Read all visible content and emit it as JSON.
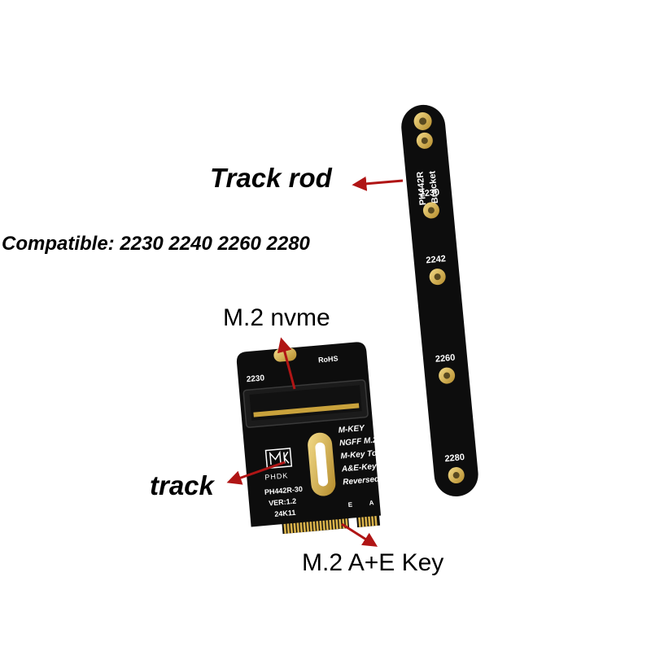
{
  "labels": {
    "track_rod": "Track rod",
    "compatible": "Compatible: 2230 2240 2260 2280",
    "m2_nvme": "M.2 nvme",
    "track": "track",
    "m2_ae_key": "M.2 A+E Key"
  },
  "bracket": {
    "model": "PH442R",
    "name": "Bracket",
    "positions": [
      "2230",
      "2242",
      "2260",
      "2280"
    ]
  },
  "board": {
    "size_label": "2230",
    "rohs": "RoHS",
    "brand": "PHDK",
    "model": "PH442R-30",
    "version": "VER:1.2",
    "date_code": "24K11",
    "description_lines": [
      "M-KEY",
      "NGFF M.2",
      "M-Key To",
      "A&E-Key",
      "Reversed"
    ],
    "pin_letters": [
      "E",
      "A"
    ]
  },
  "colors": {
    "pcb": "#0d0d0d",
    "gold": "#d9b24a",
    "arrow": "#b01515",
    "silkscreen": "#ffffff"
  }
}
